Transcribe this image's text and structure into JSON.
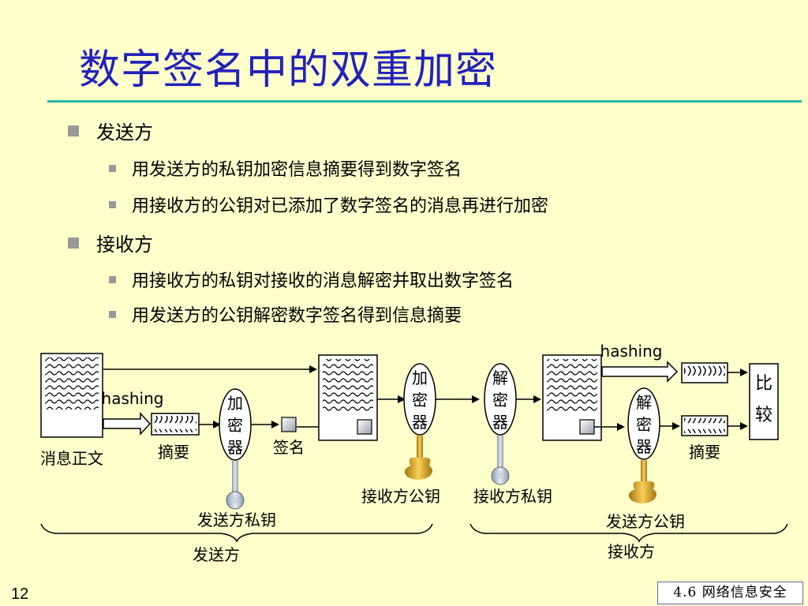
{
  "title": "数字签名中的双重加密",
  "sections": [
    {
      "heading": "发送方",
      "items": [
        "用发送方的私钥加密信息摘要得到数字签名",
        "用接收方的公钥对已添加了数字签名的消息再进行加密"
      ]
    },
    {
      "heading": "接收方",
      "items": [
        "用接收方的私钥对接收的消息解密并取出数字签名",
        "用发送方的公钥解密数字签名得到信息摘要"
      ]
    }
  ],
  "diagram": {
    "message_label": "消息正文",
    "hashing_left": "hashing",
    "hashing_right": "hashing",
    "digest_left": "摘要",
    "digest_right": "摘要",
    "encryptor_1": [
      "加",
      "密",
      "器"
    ],
    "encryptor_2": [
      "加",
      "密",
      "器"
    ],
    "decryptor_1": [
      "解",
      "密",
      "器"
    ],
    "decryptor_2": [
      "解",
      "密",
      "器"
    ],
    "signature_label": "签名",
    "sender_private_key": "发送方私钥",
    "receiver_public_key": "接收方公钥",
    "receiver_private_key": "接收方私钥",
    "sender_public_key": "发送方公钥",
    "compare": [
      "比",
      "较"
    ],
    "sender_group": "发送方",
    "receiver_group": "接收方"
  },
  "footer": {
    "slide_number": "12",
    "section": "4.6 网络信息安全"
  },
  "colors": {
    "title": "#2222bb",
    "rule": "#26b9a6",
    "background": "#ffffcc",
    "gold_key": "#d4a020"
  }
}
